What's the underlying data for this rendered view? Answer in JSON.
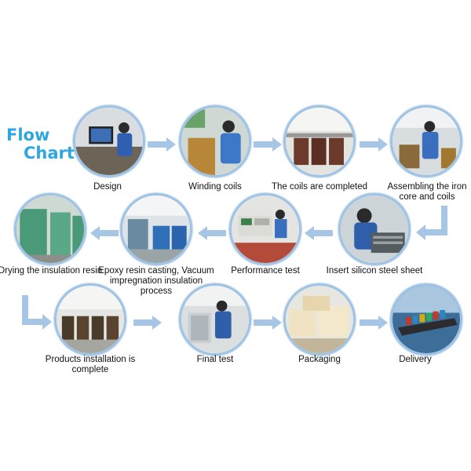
{
  "title_line1": "Flow",
  "title_line2": "Chart",
  "steps": [
    {
      "label": "Design",
      "icon": "computer-workstation-icon"
    },
    {
      "label": "Winding coils",
      "icon": "coil-winding-icon"
    },
    {
      "label": "The coils are completed",
      "icon": "finished-coils-icon"
    },
    {
      "label": "Assembling the iron core and coils",
      "icon": "core-assembly-icon"
    },
    {
      "label": "Insert silicon steel sheet",
      "icon": "steel-sheet-icon"
    },
    {
      "label": "Performance test",
      "icon": "test-bench-icon"
    },
    {
      "label": "Epoxy resin casting, Vacuum impregnation insulation process",
      "icon": "vacuum-tank-icon"
    },
    {
      "label": "Drying the insulation resin",
      "icon": "drying-oven-icon"
    },
    {
      "label": "Products installation is complete",
      "icon": "transformer-rows-icon"
    },
    {
      "label": "Final test",
      "icon": "inspector-icon"
    },
    {
      "label": "Packaging",
      "icon": "wooden-crates-icon"
    },
    {
      "label": "Delivery",
      "icon": "container-ship-icon"
    }
  ],
  "colors": {
    "title": "#2ea6e0",
    "arrow": "#a7c6e6",
    "ring": "#9fc3e4"
  }
}
